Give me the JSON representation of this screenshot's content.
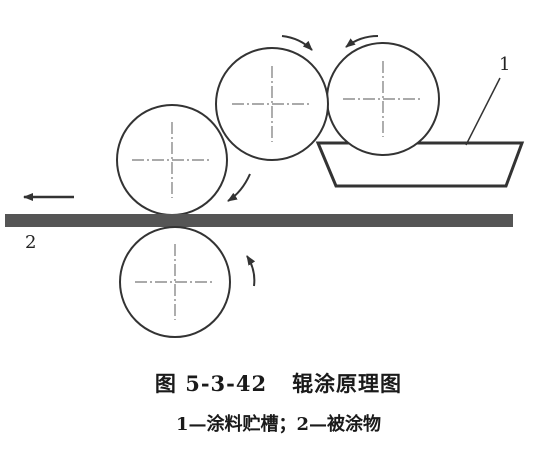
{
  "figure": {
    "caption_number": "图 5-3-42",
    "caption_title": "辊涂原理图",
    "legend": "1—涂料贮槽；2—被涂物"
  },
  "callouts": {
    "tank": "1",
    "substrate": "2"
  },
  "colors": {
    "ink": "#333333",
    "substrate": "#555555",
    "centerline": "#777777"
  }
}
